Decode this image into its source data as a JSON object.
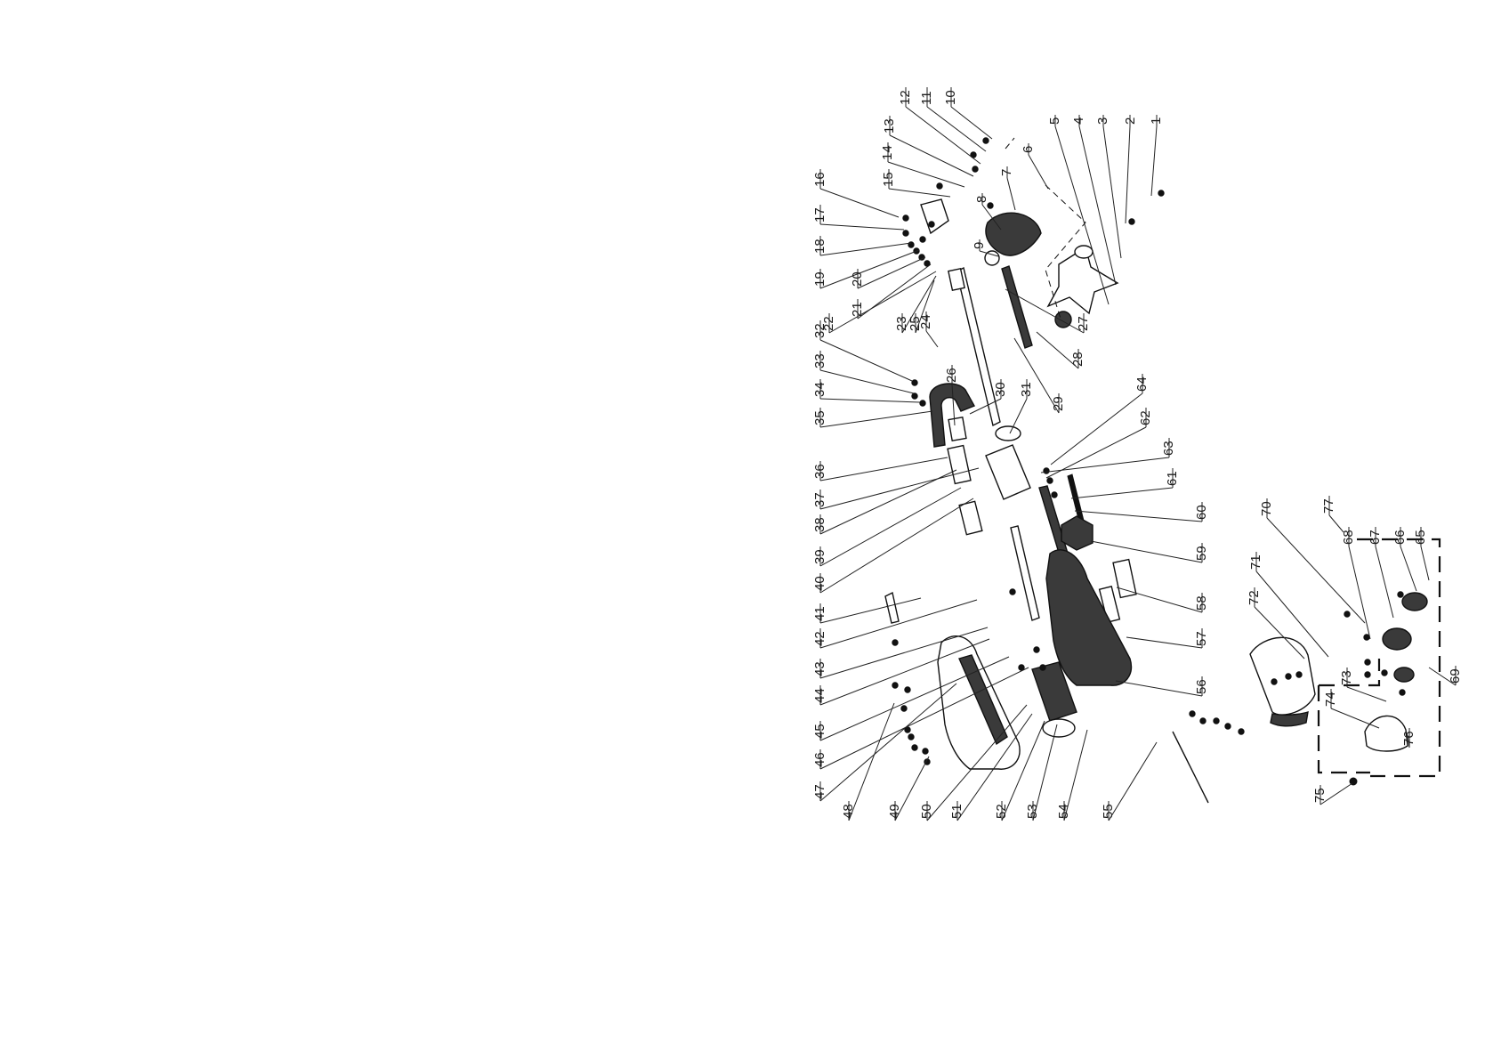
{
  "diagram": {
    "part_numbers": [
      "1",
      "2",
      "3",
      "4",
      "5",
      "6",
      "7",
      "8",
      "9",
      "10",
      "11",
      "12",
      "13",
      "14",
      "15",
      "16",
      "17",
      "18",
      "19",
      "20",
      "21",
      "22",
      "23",
      "24",
      "25",
      "26",
      "27",
      "28",
      "29",
      "30",
      "31",
      "32",
      "33",
      "34",
      "35",
      "36",
      "37",
      "38",
      "39",
      "40",
      "41",
      "42",
      "43",
      "44",
      "45",
      "46",
      "47",
      "48",
      "49",
      "50",
      "51",
      "52",
      "53",
      "54",
      "55",
      "56",
      "57",
      "58",
      "59",
      "60",
      "61",
      "62",
      "63",
      "64",
      "65",
      "66",
      "67",
      "68",
      "69",
      "70",
      "71",
      "72",
      "73",
      "74",
      "75",
      "76",
      "77"
    ]
  }
}
